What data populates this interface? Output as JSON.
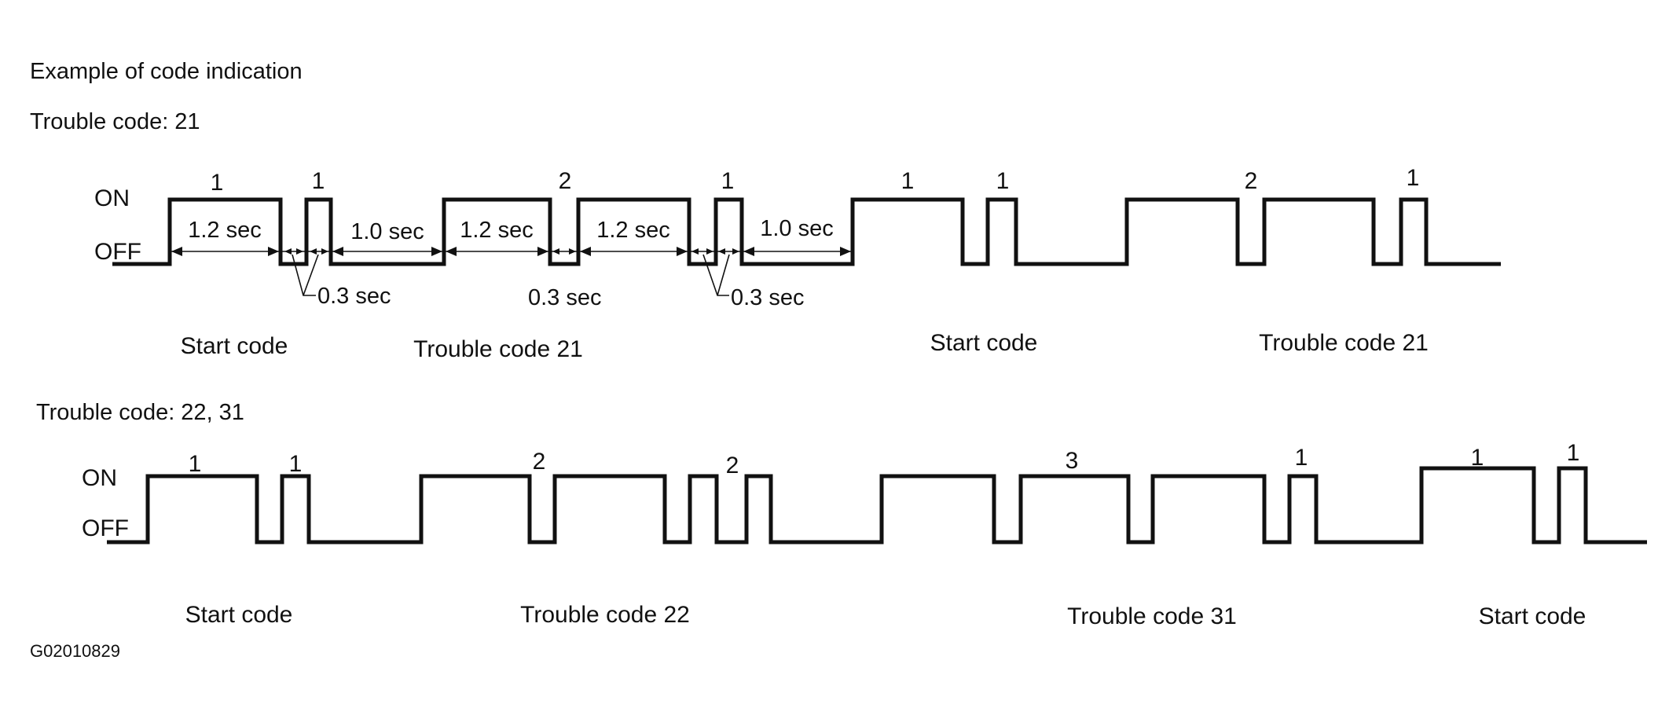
{
  "diagram": {
    "title": "Example of code indication",
    "figure_id": "G02010829",
    "state_labels": {
      "on": "ON",
      "off": "OFF"
    },
    "waveforms": [
      {
        "heading": "Trouble code: 21",
        "pulse_counts": [
          "1",
          "1",
          "2",
          "1",
          "1",
          "1",
          "2",
          "1"
        ],
        "durations": [
          "1.2 sec",
          "1.0 sec",
          "1.2 sec",
          "1.2 sec",
          "1.0 sec",
          "0.3 sec",
          "0.3 sec",
          "0.3 sec"
        ],
        "groups": [
          "Start code",
          "Trouble code 21",
          "Start code",
          "Trouble code 21"
        ]
      },
      {
        "heading": "Trouble code: 22, 31",
        "pulse_counts": [
          "1",
          "1",
          "2",
          "2",
          "3",
          "1",
          "1",
          "1"
        ],
        "groups": [
          "Start code",
          "Trouble code 22",
          "Trouble code 31",
          "Start code"
        ]
      }
    ],
    "colors": {
      "ink": "#111111",
      "background": "#ffffff"
    }
  }
}
